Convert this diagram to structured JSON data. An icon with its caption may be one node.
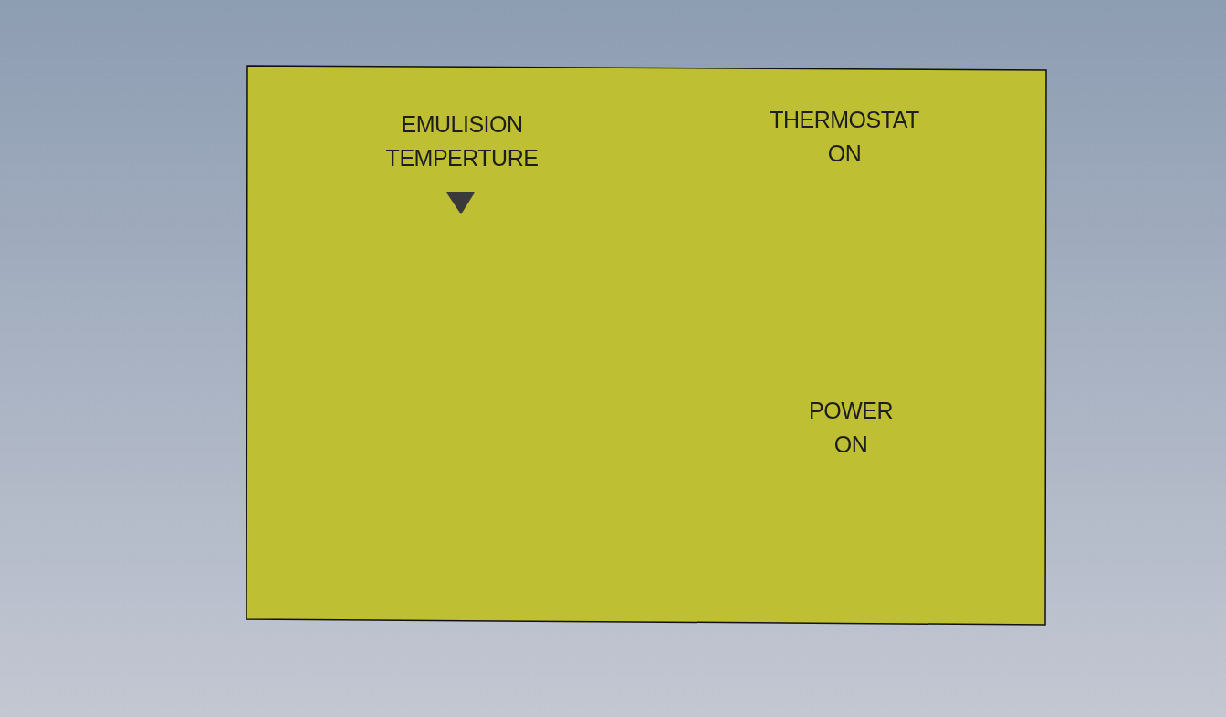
{
  "diagram": {
    "labels": [
      "EMULISION TEMPERTURE",
      "THERMOSTAT ON",
      "POWER ON"
    ]
  }
}
